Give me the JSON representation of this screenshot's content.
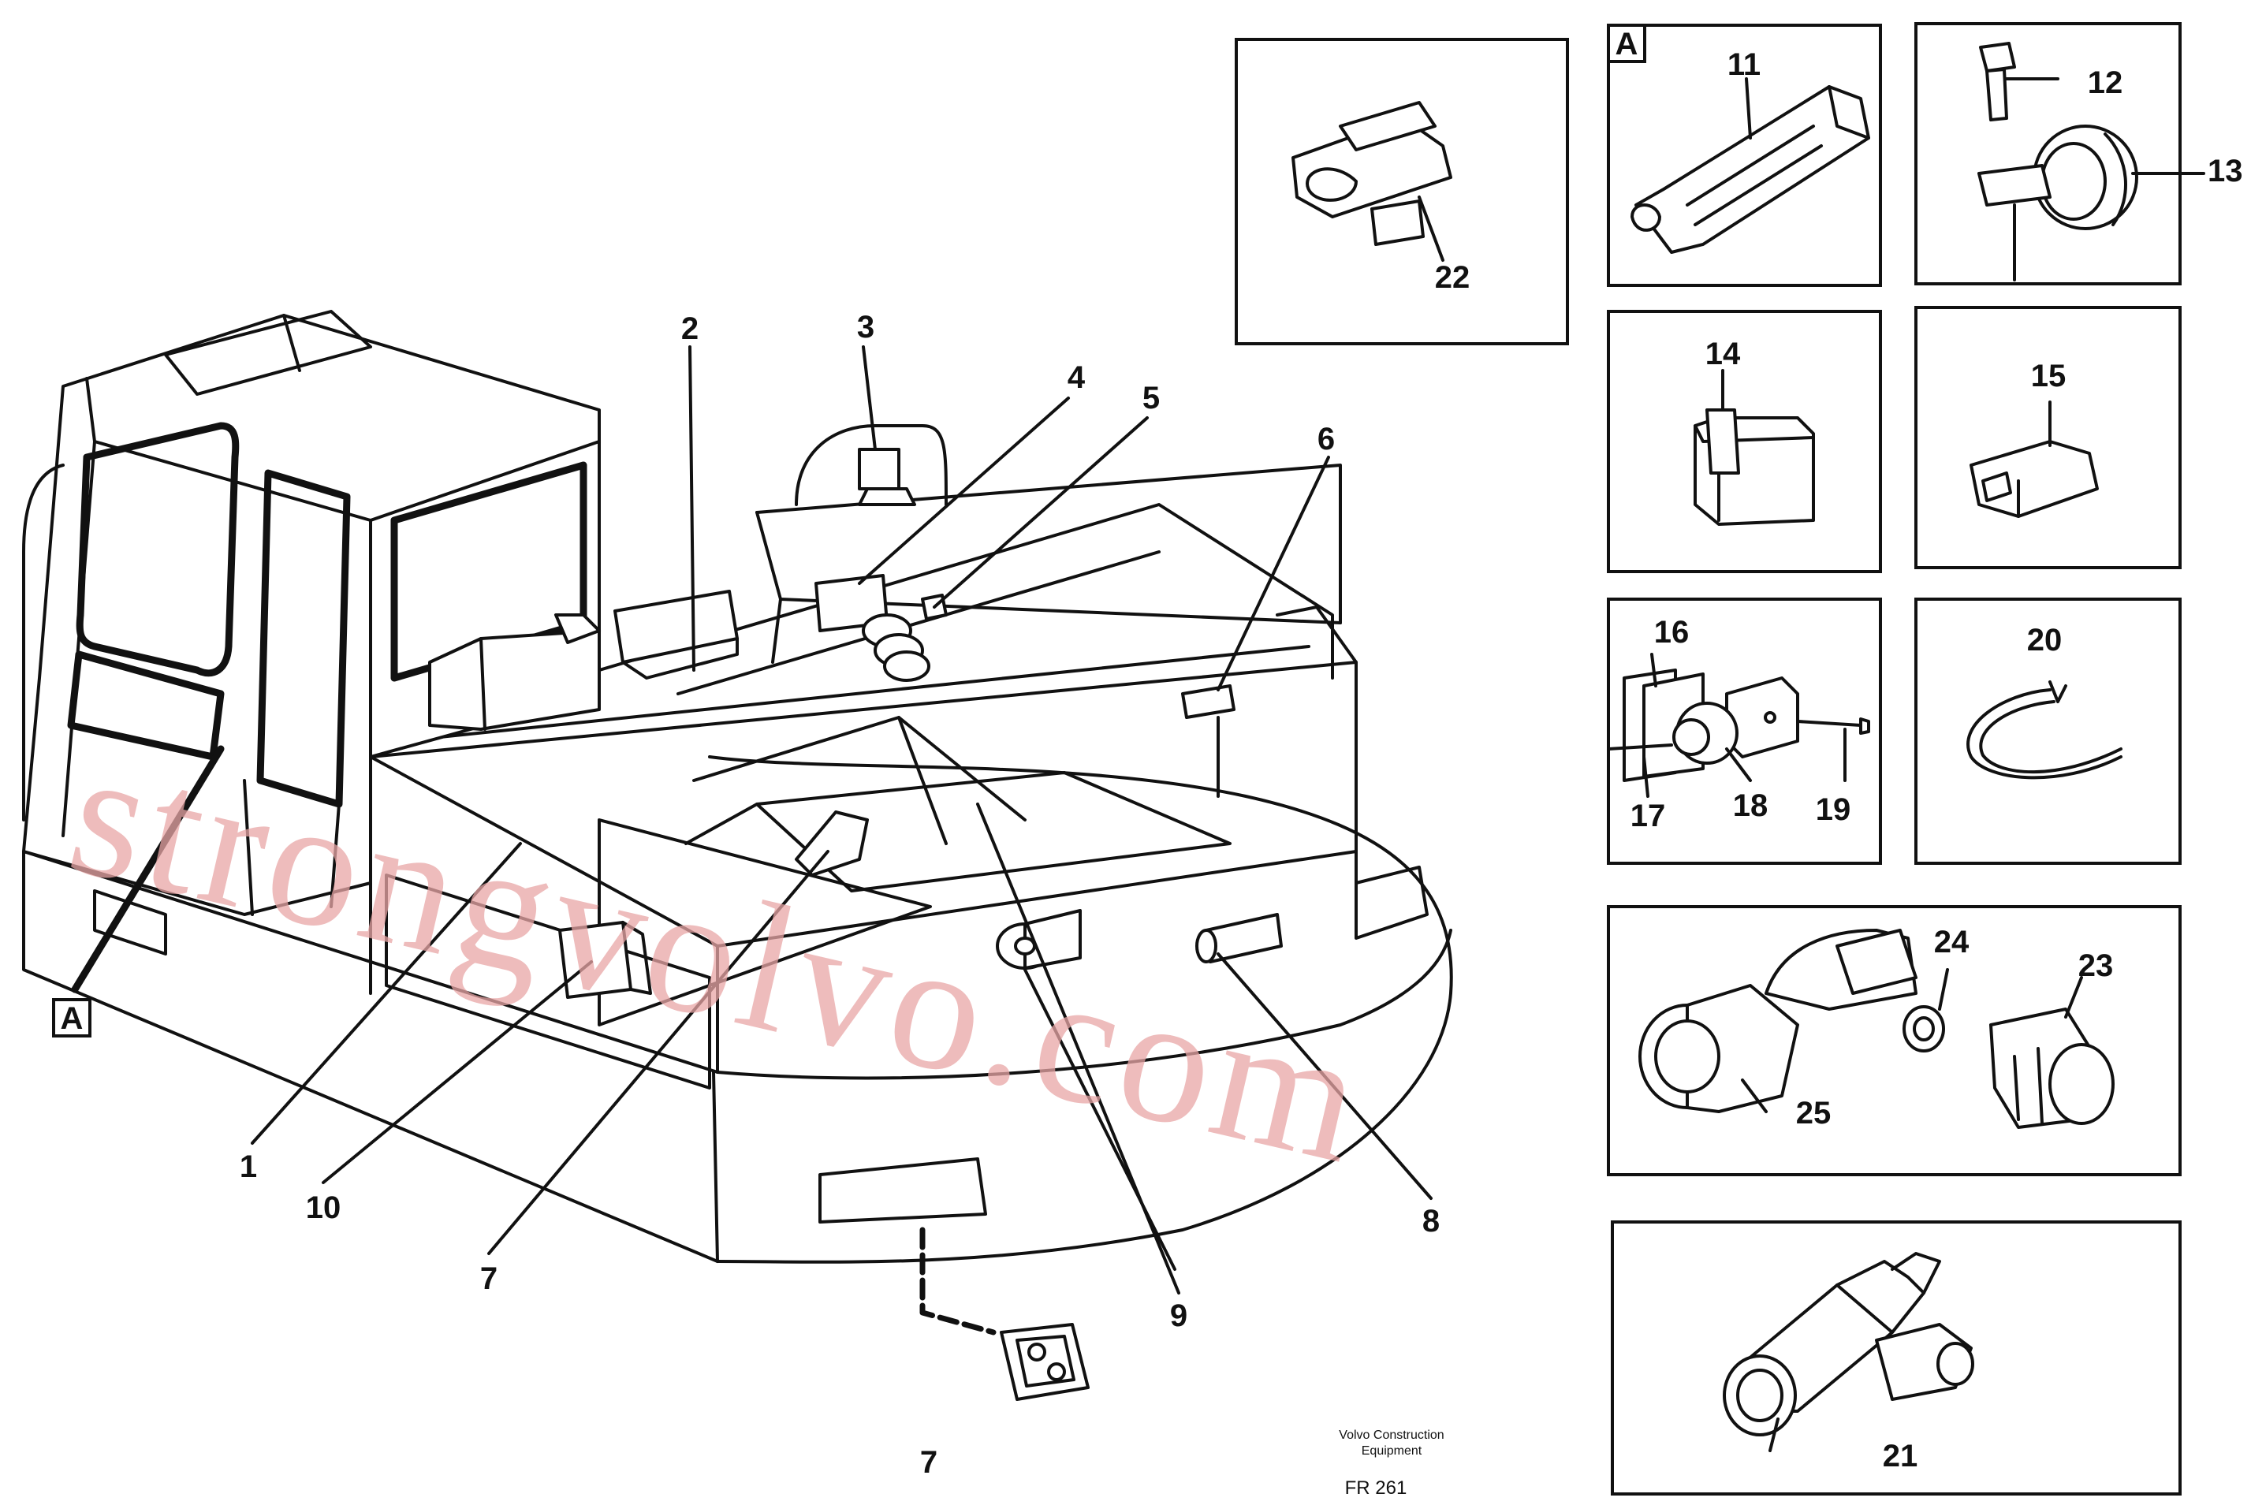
{
  "callouts": {
    "c1": "1",
    "c2": "2",
    "c3": "3",
    "c4": "4",
    "c5": "5",
    "c6": "6",
    "c7a": "7",
    "c7b": "7",
    "c8": "8",
    "c9": "9",
    "c10": "10",
    "c11": "11",
    "c12": "12",
    "c13": "13",
    "c14": "14",
    "c15": "15",
    "c16": "16",
    "c17": "17",
    "c18": "18",
    "c19": "19",
    "c20": "20",
    "c21": "21",
    "c22": "22",
    "c23": "23",
    "c24": "24",
    "c25": "25"
  },
  "detail_marker": {
    "main": "A",
    "inset": "A"
  },
  "footer": {
    "company_line1": "Volvo Construction",
    "company_line2": "Equipment",
    "figure_code": "FR 261"
  },
  "watermark": "strongvolvo.com"
}
